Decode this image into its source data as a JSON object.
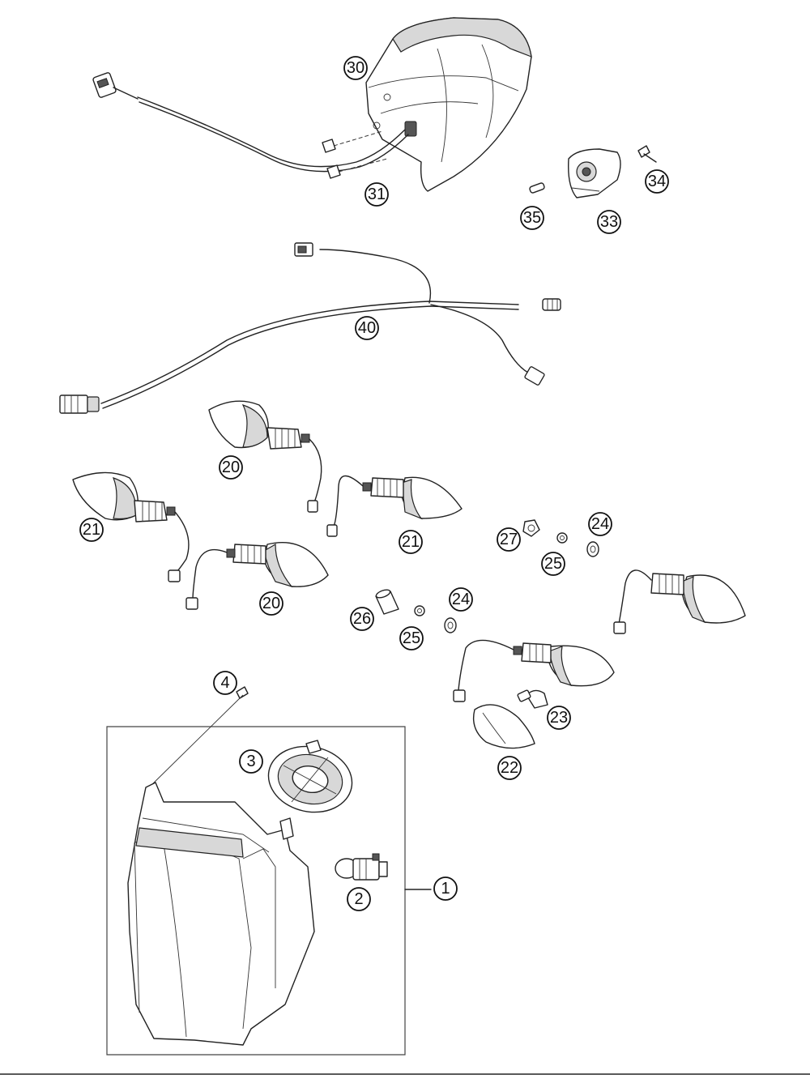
{
  "callouts": [
    {
      "id": "30",
      "label": "30"
    },
    {
      "id": "31",
      "label": "31"
    },
    {
      "id": "33",
      "label": "33"
    },
    {
      "id": "34",
      "label": "34"
    },
    {
      "id": "35",
      "label": "35"
    },
    {
      "id": "40",
      "label": "40"
    },
    {
      "id": "20a",
      "label": "20"
    },
    {
      "id": "21a",
      "label": "21"
    },
    {
      "id": "21b",
      "label": "21"
    },
    {
      "id": "20b",
      "label": "20"
    },
    {
      "id": "27",
      "label": "27"
    },
    {
      "id": "25a",
      "label": "25"
    },
    {
      "id": "24a",
      "label": "24"
    },
    {
      "id": "26",
      "label": "26"
    },
    {
      "id": "25b",
      "label": "25"
    },
    {
      "id": "24b",
      "label": "24"
    },
    {
      "id": "23",
      "label": "23"
    },
    {
      "id": "22",
      "label": "22"
    },
    {
      "id": "4",
      "label": "4"
    },
    {
      "id": "3",
      "label": "3"
    },
    {
      "id": "2",
      "label": "2"
    },
    {
      "id": "1",
      "label": "1"
    }
  ]
}
